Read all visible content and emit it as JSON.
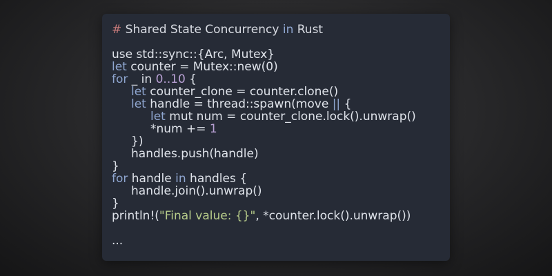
{
  "code": {
    "comment_hash": "#",
    "comment_a": "Shared State Concurrency",
    "comment_in": "in",
    "comment_b": "Rust",
    "line_use": "use std::sync::{Arc, Mutex}",
    "line2_let": "let",
    "line2_rest": "counter = Mutex::new(0)",
    "line3_for": "for",
    "line3_mid": "_ in",
    "line3_num": "0..10",
    "line3_end": "{",
    "line4_let": "let",
    "line4_rest": "counter_clone = counter.clone()",
    "line5_let": "let",
    "line5_rest": "handle = thread::spawn(move",
    "line5_pipes": "||",
    "line5_end": "{",
    "line6_let": "let",
    "line6_rest": "mut num = counter_clone.lock().unwrap()",
    "line7_a": "*num",
    "line7_op": "+=",
    "line7_num": "1",
    "line8": "})",
    "line9": "handles.push(handle)",
    "line10": "}",
    "line11_for": "for",
    "line11_mid": "handle",
    "line11_in": "in",
    "line11_rest": "handles {",
    "line12": "handle.join().unwrap()",
    "line13": "}",
    "line14_a": "println!(",
    "line14_str": "\"Final value: {}\"",
    "line14_b": ", *counter.lock().unwrap())",
    "line15": "..."
  }
}
